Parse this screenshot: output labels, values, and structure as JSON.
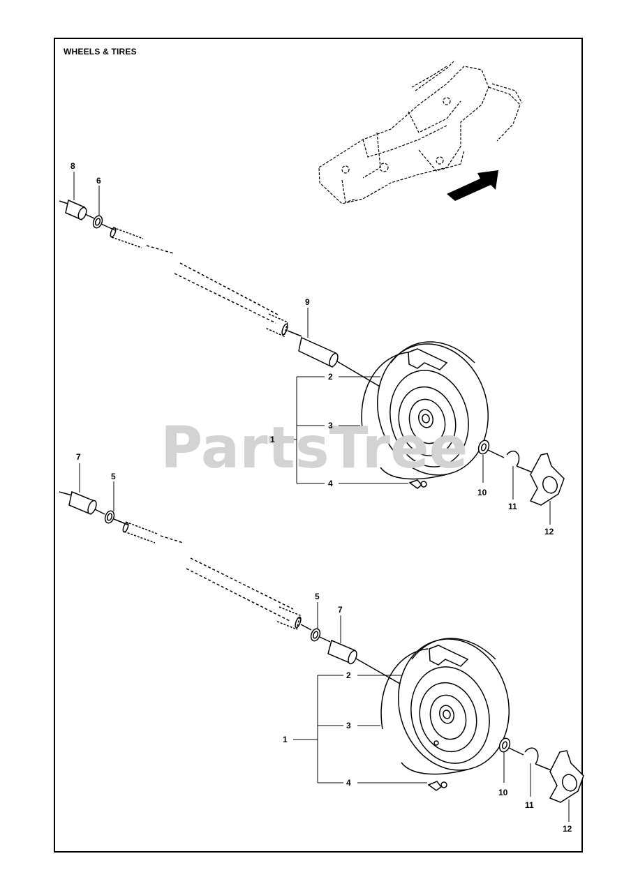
{
  "title": "WHEELS & TIRES",
  "watermark": "PartsTree",
  "callouts": {
    "top": {
      "p8": "8",
      "p6": "6",
      "p9": "9",
      "p1": "1",
      "p2": "2",
      "p3": "3",
      "p4": "4",
      "p10": "10",
      "p11": "11",
      "p12": "12"
    },
    "bottom": {
      "p7a": "7",
      "p5a": "5",
      "p5b": "5",
      "p7b": "7",
      "p1": "1",
      "p2": "2",
      "p3": "3",
      "p4": "4",
      "p10": "10",
      "p11": "11",
      "p12": "12"
    }
  },
  "icons": [
    "direction-arrow-icon",
    "hubcap-logo-icon"
  ],
  "colors": {
    "line": "#000000",
    "watermark": "#d3d3d3",
    "background": "#ffffff"
  }
}
